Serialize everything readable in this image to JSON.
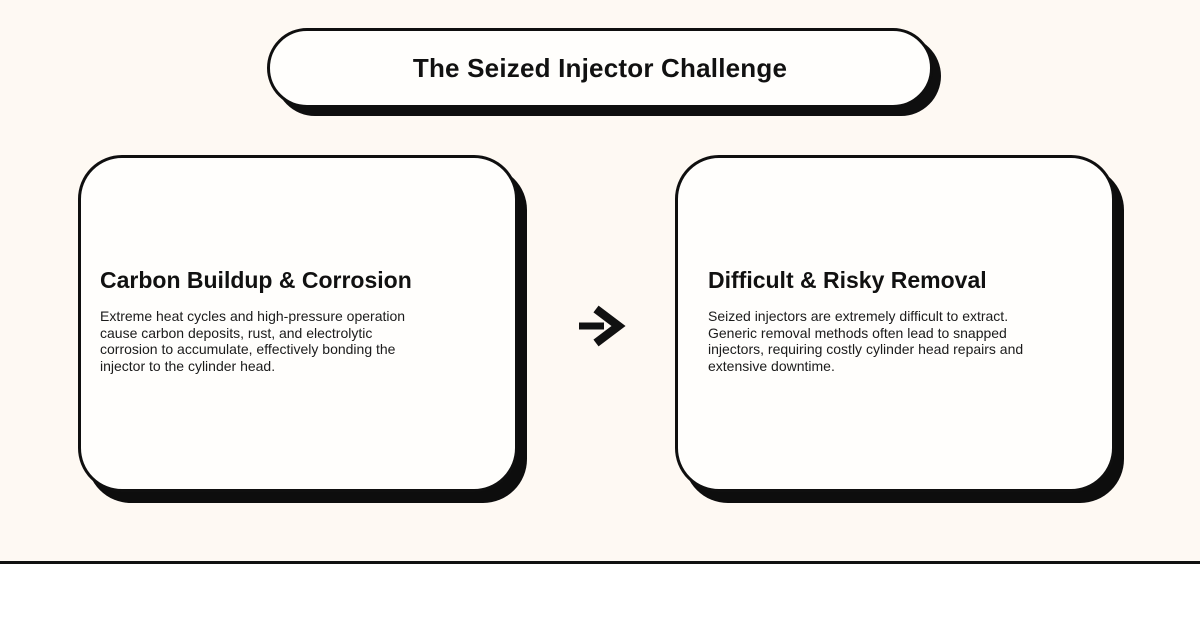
{
  "page": {
    "title": "The Seized Injector Challenge",
    "colors": {
      "background": "#FEF9F3",
      "card_fill": "#FFFEFC",
      "ink": "#111111",
      "footer_background": "#FFFFFF"
    }
  },
  "cards": [
    {
      "title": "Carbon Buildup & Corrosion",
      "body": "Extreme heat cycles and high-pressure operation\ncause carbon deposits, rust, and electrolytic\ncorrosion to accumulate, effectively bonding the\ninjector to the cylinder head."
    },
    {
      "title": "Difficult & Risky Removal",
      "body": "Seized injectors are extremely difficult to extract.\nGeneric removal methods often lead to snapped\ninjectors, requiring costly cylinder head repairs and\nextensive downtime."
    }
  ],
  "arrow": {
    "icon": "right-arrow"
  }
}
